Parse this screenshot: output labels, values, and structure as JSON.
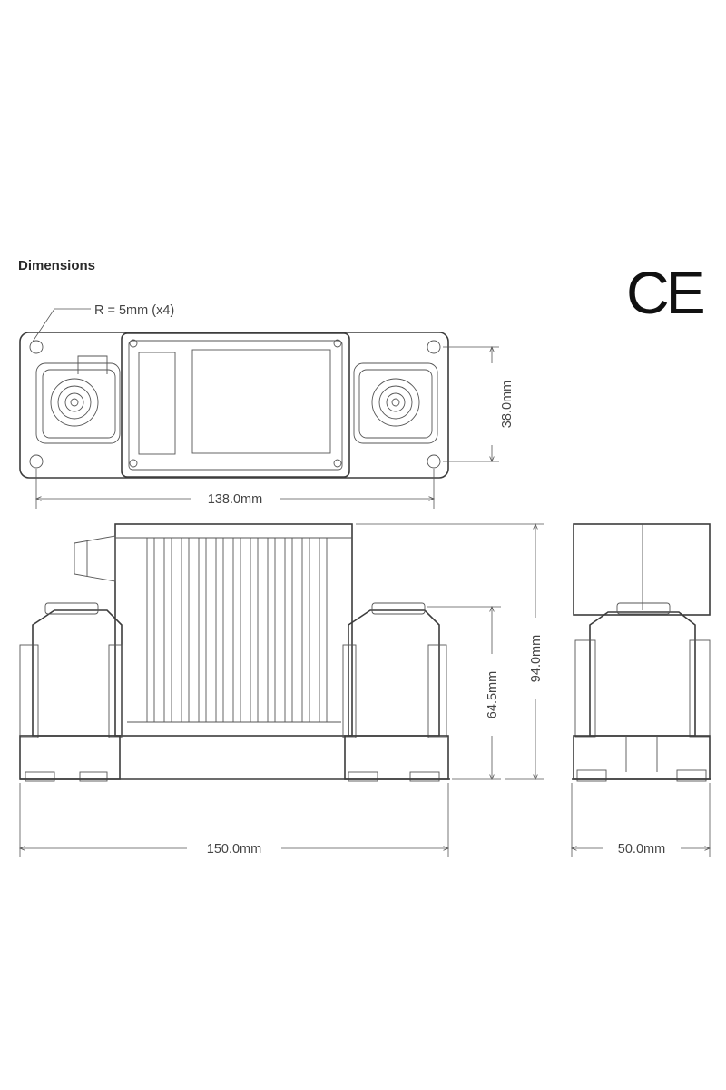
{
  "title": "Dimensions",
  "ce_mark": "CE",
  "labels": {
    "radius_note": "R = 5mm (x4)",
    "top_width": "138.0mm",
    "top_height": "38.0mm",
    "front_width": "150.0mm",
    "terminal_height": "64.5mm",
    "overall_height": "94.0mm",
    "side_width": "50.0mm"
  },
  "views": [
    "top-view",
    "front-view",
    "side-view"
  ]
}
